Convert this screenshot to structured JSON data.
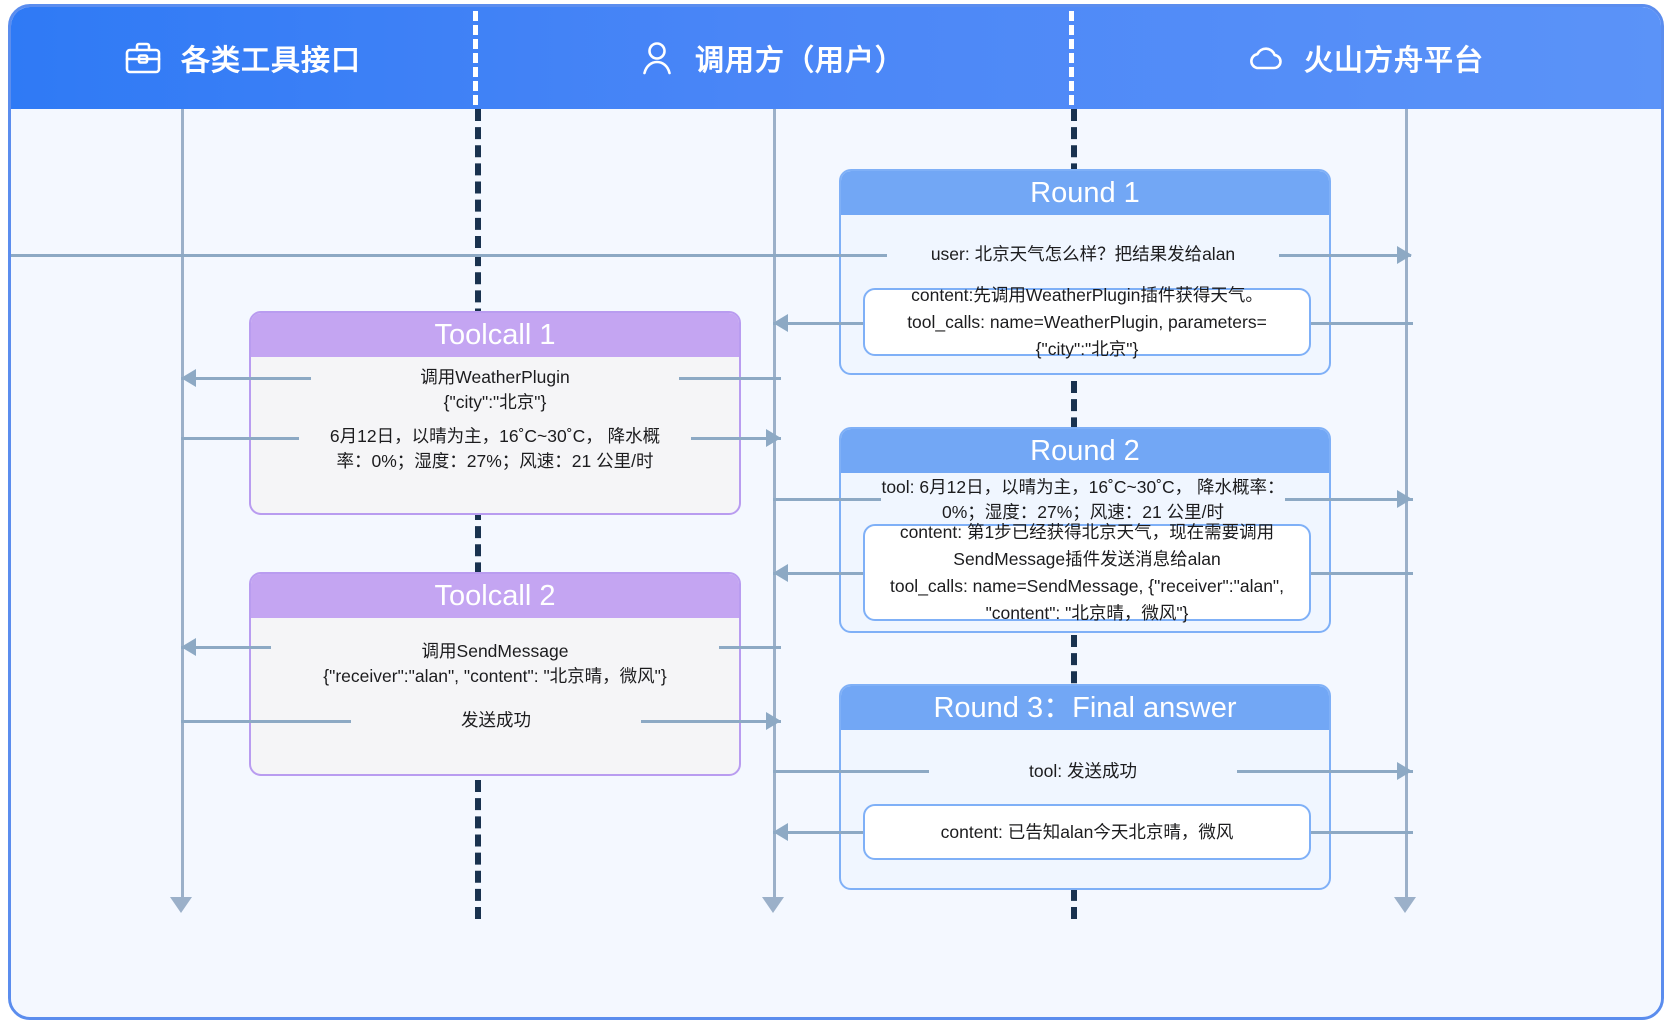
{
  "header": {
    "actors": [
      {
        "icon": "toolbox-icon",
        "label": "各类工具接口"
      },
      {
        "icon": "user-icon",
        "label": "调用方（用户）"
      },
      {
        "icon": "cloud-icon",
        "label": "火山方舟平台"
      }
    ]
  },
  "colors": {
    "header_blue": "#2f7af5",
    "round_header": "#72a7f5",
    "toolcall_header": "#c4a5f2",
    "lifeline": "#9bb0c9",
    "arrow": "#8da9c4",
    "separator": "#19324f",
    "frame": "#5b8dee"
  },
  "groups": {
    "round1": {
      "title": "Round 1",
      "messages": [
        {
          "name": "user-request",
          "text": "user: 北京天气怎么样？把结果发给alan"
        },
        {
          "name": "assistant-toolcall-1",
          "text": "content:先调用WeatherPlugin插件获得天气。\ntool_calls: name=WeatherPlugin, parameters={\"city\":\"北京\"}"
        }
      ]
    },
    "round2": {
      "title": "Round 2",
      "messages": [
        {
          "name": "tool-weather-result",
          "text": "tool: 6月12日，以晴为主，16˚C~30˚C， 降水概率：0%；湿度：27%；风速：21 公里/时"
        },
        {
          "name": "assistant-toolcall-2",
          "text": "content: 第1步已经获得北京天气，现在需要调用\nSendMessage插件发送消息给alan\ntool_calls: name=SendMessage, {\"receiver\":\"alan\",\n\"content\": \"北京晴，微风\"}"
        }
      ]
    },
    "round3": {
      "title": "Round 3：Final answer",
      "messages": [
        {
          "name": "tool-send-result",
          "text": "tool: 发送成功"
        },
        {
          "name": "assistant-final",
          "text": "content: 已告知alan今天北京晴，微风"
        }
      ]
    },
    "toolcall1": {
      "title": "Toolcall 1",
      "messages": [
        {
          "name": "invoke-weatherplugin",
          "text": "调用WeatherPlugin\n{\"city\":\"北京\"}"
        },
        {
          "name": "weather-response",
          "text": "6月12日，以晴为主，16˚C~30˚C， 降水概\n率：0%；湿度：27%；风速：21 公里/时"
        }
      ]
    },
    "toolcall2": {
      "title": "Toolcall 2",
      "messages": [
        {
          "name": "invoke-sendmessage",
          "text": "调用SendMessage\n{\"receiver\":\"alan\", \"content\": \"北京晴，微风\"}"
        },
        {
          "name": "send-response",
          "text": "发送成功"
        }
      ]
    }
  }
}
